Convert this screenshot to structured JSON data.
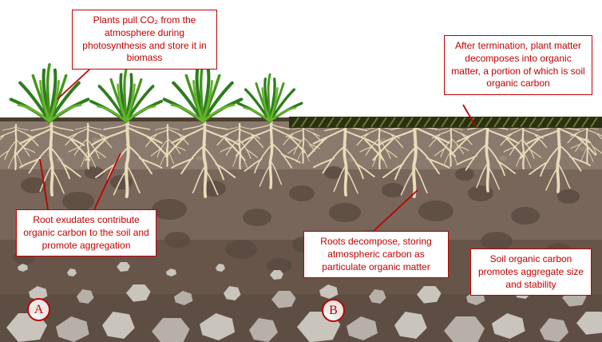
{
  "diagram": {
    "callouts": {
      "photosynthesis": "Plants pull CO₂ from the atmosphere during photosynthesis and store it in biomass",
      "decomposition": "After termination, plant matter decomposes into organic matter, a portion of which is soil organic carbon",
      "root_exudates": "Root exudates contribute organic carbon to the soil and promote aggregation",
      "roots_decompose": "Roots decompose, storing atmospheric carbon as particulate organic matter",
      "soil_organic_carbon": "Soil organic carbon promotes aggregate size and stability"
    },
    "panel_labels": {
      "a": "A",
      "b": "B"
    },
    "colors": {
      "callout_red": "#c00000",
      "grass_green_dark": "#2c7d1c",
      "grass_green_light": "#6ab32e",
      "root_cream": "#e9dcba",
      "soil_top": "#8a7a6d",
      "soil_mid": "#78665a",
      "soil_deep": "#5d4d43",
      "residue_dark": "#2b3013",
      "residue_hatch": "#6d7c2c",
      "rock_gray": "#c9c4bc"
    }
  }
}
